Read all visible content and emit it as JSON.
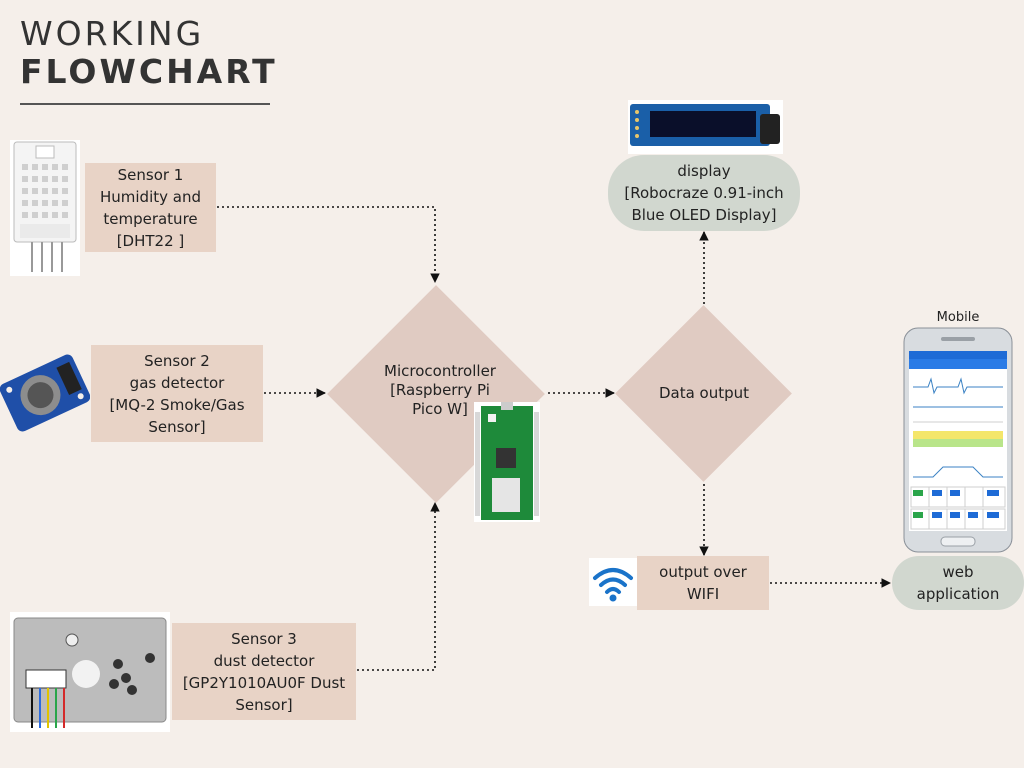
{
  "header": {
    "line1": "WORKING",
    "line2": "FLOWCHART"
  },
  "sensors": [
    {
      "label": "Sensor 1\nHumidity and\ntemperature\n[DHT22 ]"
    },
    {
      "label": "Sensor 2\ngas detector\n[MQ-2 Smoke/Gas\nSensor]"
    },
    {
      "label": "Sensor 3\ndust detector\n[GP2Y1010AU0F Dust\nSensor]"
    }
  ],
  "microcontroller": {
    "label": "Microcontroller\n[Raspberry Pi\nPico W]"
  },
  "data_output": {
    "label": "Data output"
  },
  "display": {
    "label": "display\n[Robocraze 0.91-inch\nBlue OLED Display]"
  },
  "wifi_output": {
    "label": "output over\nWIFI"
  },
  "web_app": {
    "label": "web\napplication"
  },
  "mobile": {
    "caption": "Mobile"
  },
  "colors": {
    "box": "#e8d3c6",
    "pill": "#d1d7cf",
    "diamond": "#e0cbc2",
    "background": "#f5efea"
  },
  "icons": [
    "dht22-sensor-image",
    "mq2-sensor-image",
    "dust-sensor-image",
    "pico-board-image",
    "oled-display-image",
    "wifi-icon",
    "mobile-phone-image"
  ]
}
